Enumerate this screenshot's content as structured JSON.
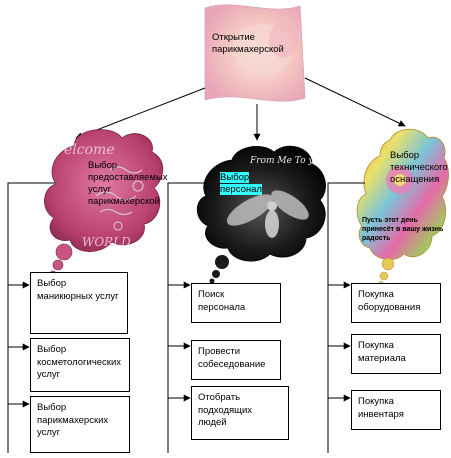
{
  "root": {
    "label": "Открытие парикмахерской"
  },
  "branches": [
    {
      "label": "Выбор предоставляемых услуг парикмахерской",
      "decor_text": [
        "elcome",
        "WORLD"
      ],
      "children": [
        "Выбор маникюрных услуг",
        "Выбор косметологических услуг",
        "Выбор парикмахерских услуг"
      ]
    },
    {
      "label": "Выбор персонал",
      "decor_text": [
        "From Me To y"
      ],
      "children": [
        "Поиск персонала",
        "Провести собеседование",
        "Отобрать подходящих людей"
      ]
    },
    {
      "label": "Выбор технического оснащения",
      "decor_text": [
        "Пусть этот день принесёт в вашу жизнь радость"
      ],
      "children": [
        "Покупка оборудования",
        "Покупка материала",
        "Покупка инвентаря"
      ]
    }
  ],
  "colors": {
    "cloud1": "#c9557f",
    "cloud2": "#121212",
    "cloud3": "#e8d25a",
    "root_bg": "#f4c9c9",
    "highlight": "#33ffff",
    "line": "#000000"
  }
}
